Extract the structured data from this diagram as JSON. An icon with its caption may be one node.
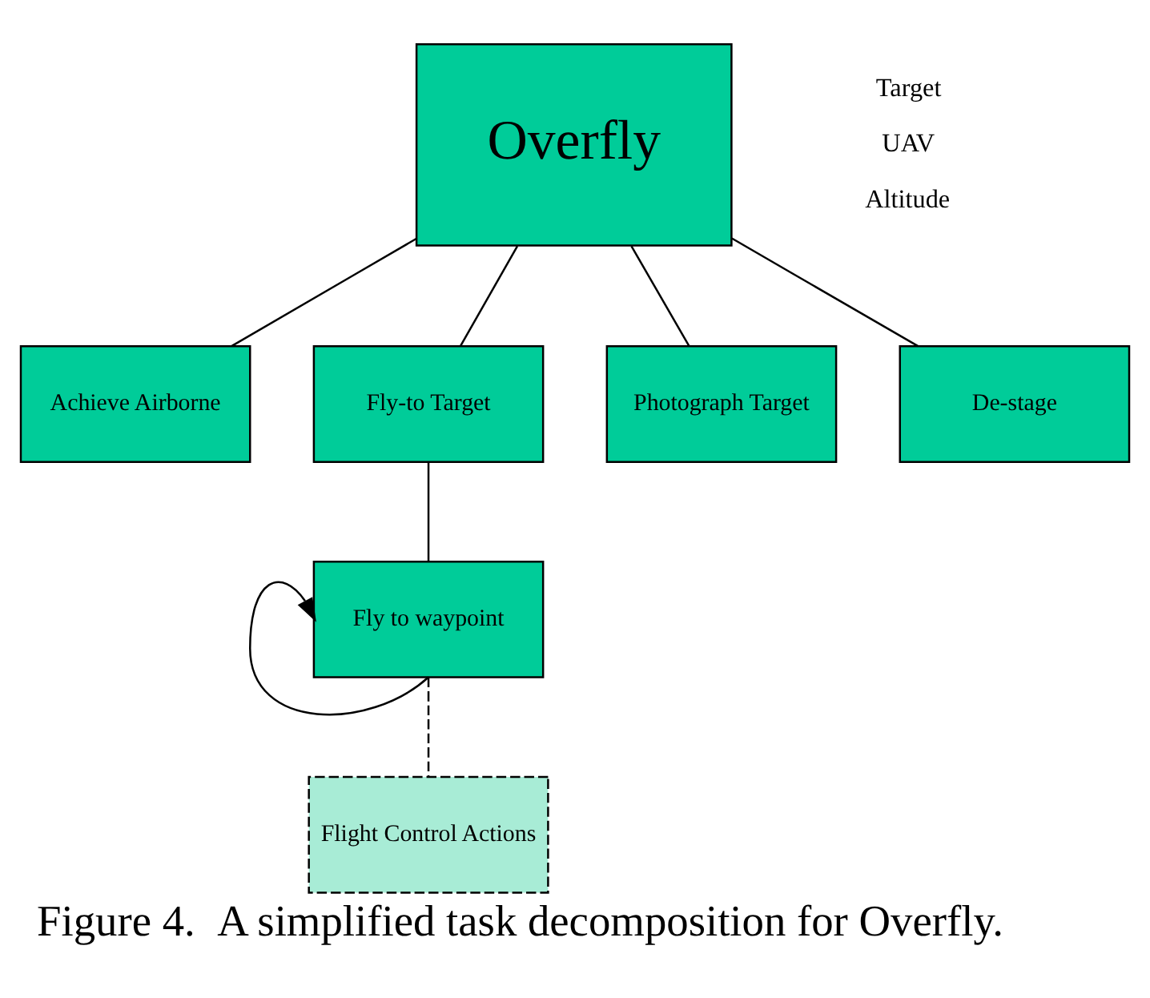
{
  "diagram": {
    "caption": "Figure 4.  A simplified task decomposition for Overfly.",
    "nodes": [
      {
        "text": [
          "Overfly"
        ],
        "beside": [
          "Target",
          "UAV",
          "Altitude"
        ]
      },
      {
        "text": [
          "Achieve Airborne"
        ]
      },
      {
        "text": [
          "Fly-to Target"
        ]
      },
      {
        "text": [
          "Photograph Target"
        ]
      },
      {
        "text": [
          "De-stage"
        ]
      },
      {
        "text": [
          "Fly to waypoint"
        ]
      },
      {
        "text": [
          "Flight Control Actions"
        ]
      }
    ],
    "edges": [
      {
        "from": 0,
        "to": 1,
        "arrow": "none"
      },
      {
        "from": 0,
        "to": 2,
        "arrow": "none"
      },
      {
        "from": 0,
        "to": 3,
        "arrow": "none"
      },
      {
        "from": 0,
        "to": 4,
        "arrow": "none"
      },
      {
        "from": 2,
        "to": 5,
        "arrow": "none"
      },
      {
        "from": 5,
        "to": 5,
        "arrow": "to"
      },
      {
        "from": 5,
        "to": 6,
        "arrow": "none",
        "style": "dashed"
      }
    ]
  }
}
